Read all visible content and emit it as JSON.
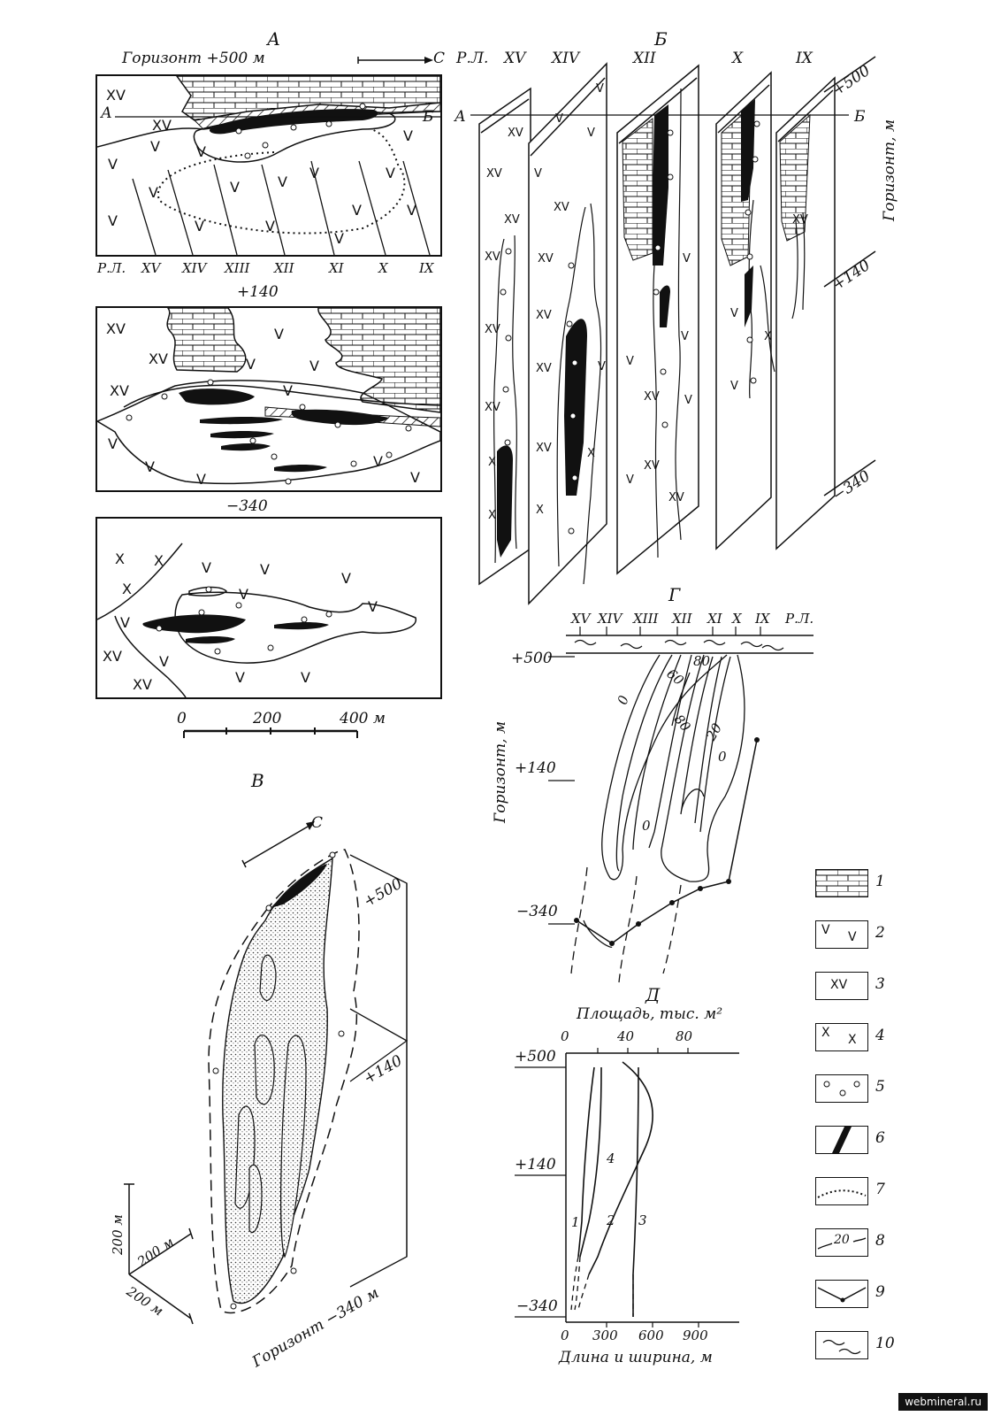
{
  "panel_a": {
    "letter": "А",
    "horizon_title": "Горизонт +500 м",
    "north": "С",
    "line_a": "А",
    "line_b": "Б",
    "profiles_prefix": "Р.Л.",
    "profiles": [
      "XV",
      "XIV",
      "XIII",
      "XII",
      "XI",
      "X",
      "IX"
    ],
    "level_140": "+140",
    "level_340": "−340",
    "scale": [
      "0",
      "200",
      "400 м"
    ]
  },
  "panel_b": {
    "letter": "Б",
    "prefix": "Р.Л.",
    "profiles": [
      "XV",
      "XIV",
      "XII",
      "X",
      "IX"
    ],
    "line_a": "А",
    "line_b": "Б",
    "levels": [
      "+500",
      "+140",
      "−340"
    ],
    "axis": "Горизонт, м"
  },
  "panel_v": {
    "letter": "В",
    "north": "С",
    "levels": [
      "+500",
      "+140"
    ],
    "bottom": "Горизонт −340 м",
    "dims": [
      "200 м",
      "200 м",
      "200 м"
    ]
  },
  "panel_g": {
    "letter": "Г",
    "profiles": [
      "XV",
      "XIV",
      "XIII",
      "XII",
      "XI",
      "X",
      "IX",
      "Р.Л."
    ],
    "levels": [
      "+500",
      "+140",
      "−340"
    ],
    "axis": "Горизонт, м",
    "contours": [
      "0",
      "60",
      "80",
      "80",
      "20",
      "0",
      "0"
    ]
  },
  "panel_d": {
    "letter": "Д",
    "top_axis": "Площадь, тыс. м²",
    "top_ticks": [
      "0",
      "40",
      "80"
    ],
    "bottom_axis": "Длина и ширина, м",
    "bottom_ticks": [
      "0",
      "300",
      "600",
      "900"
    ],
    "levels": [
      "+500",
      "+140",
      "−340"
    ],
    "curves": [
      "1",
      "2",
      "3",
      "4"
    ]
  },
  "legend": [
    "1",
    "2",
    "3",
    "4",
    "5",
    "6",
    "7",
    "8",
    "9",
    "10"
  ],
  "legend_inline": "20",
  "watermark": "webmineral.ru"
}
